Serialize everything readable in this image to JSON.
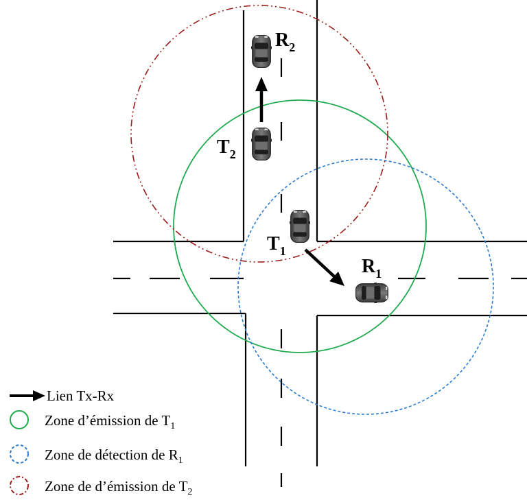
{
  "colors": {
    "emission_t1": "#1faa4f",
    "detection_r1": "#2b7bd1",
    "emission_t2": "#9b1b1b",
    "road": "#000000",
    "car_body": "#5a5a5a"
  },
  "vehicles": {
    "r2": {
      "base": "R",
      "sub": "2"
    },
    "t2": {
      "base": "T",
      "sub": "2"
    },
    "t1": {
      "base": "T",
      "sub": "1"
    },
    "r1": {
      "base": "R",
      "sub": "1"
    }
  },
  "legend": [
    {
      "icon": "arrow-icon",
      "text": "Lien Tx-Rx",
      "sub": ""
    },
    {
      "icon": "green-circle-icon",
      "text": "Zone d’émission de T",
      "sub": "1"
    },
    {
      "icon": "blue-dashed-circle-icon",
      "text": "Zone de détection de R",
      "sub": "1"
    },
    {
      "icon": "red-dashdot-circle-icon",
      "text": "Zone de d’émission de T",
      "sub": "2"
    }
  ]
}
